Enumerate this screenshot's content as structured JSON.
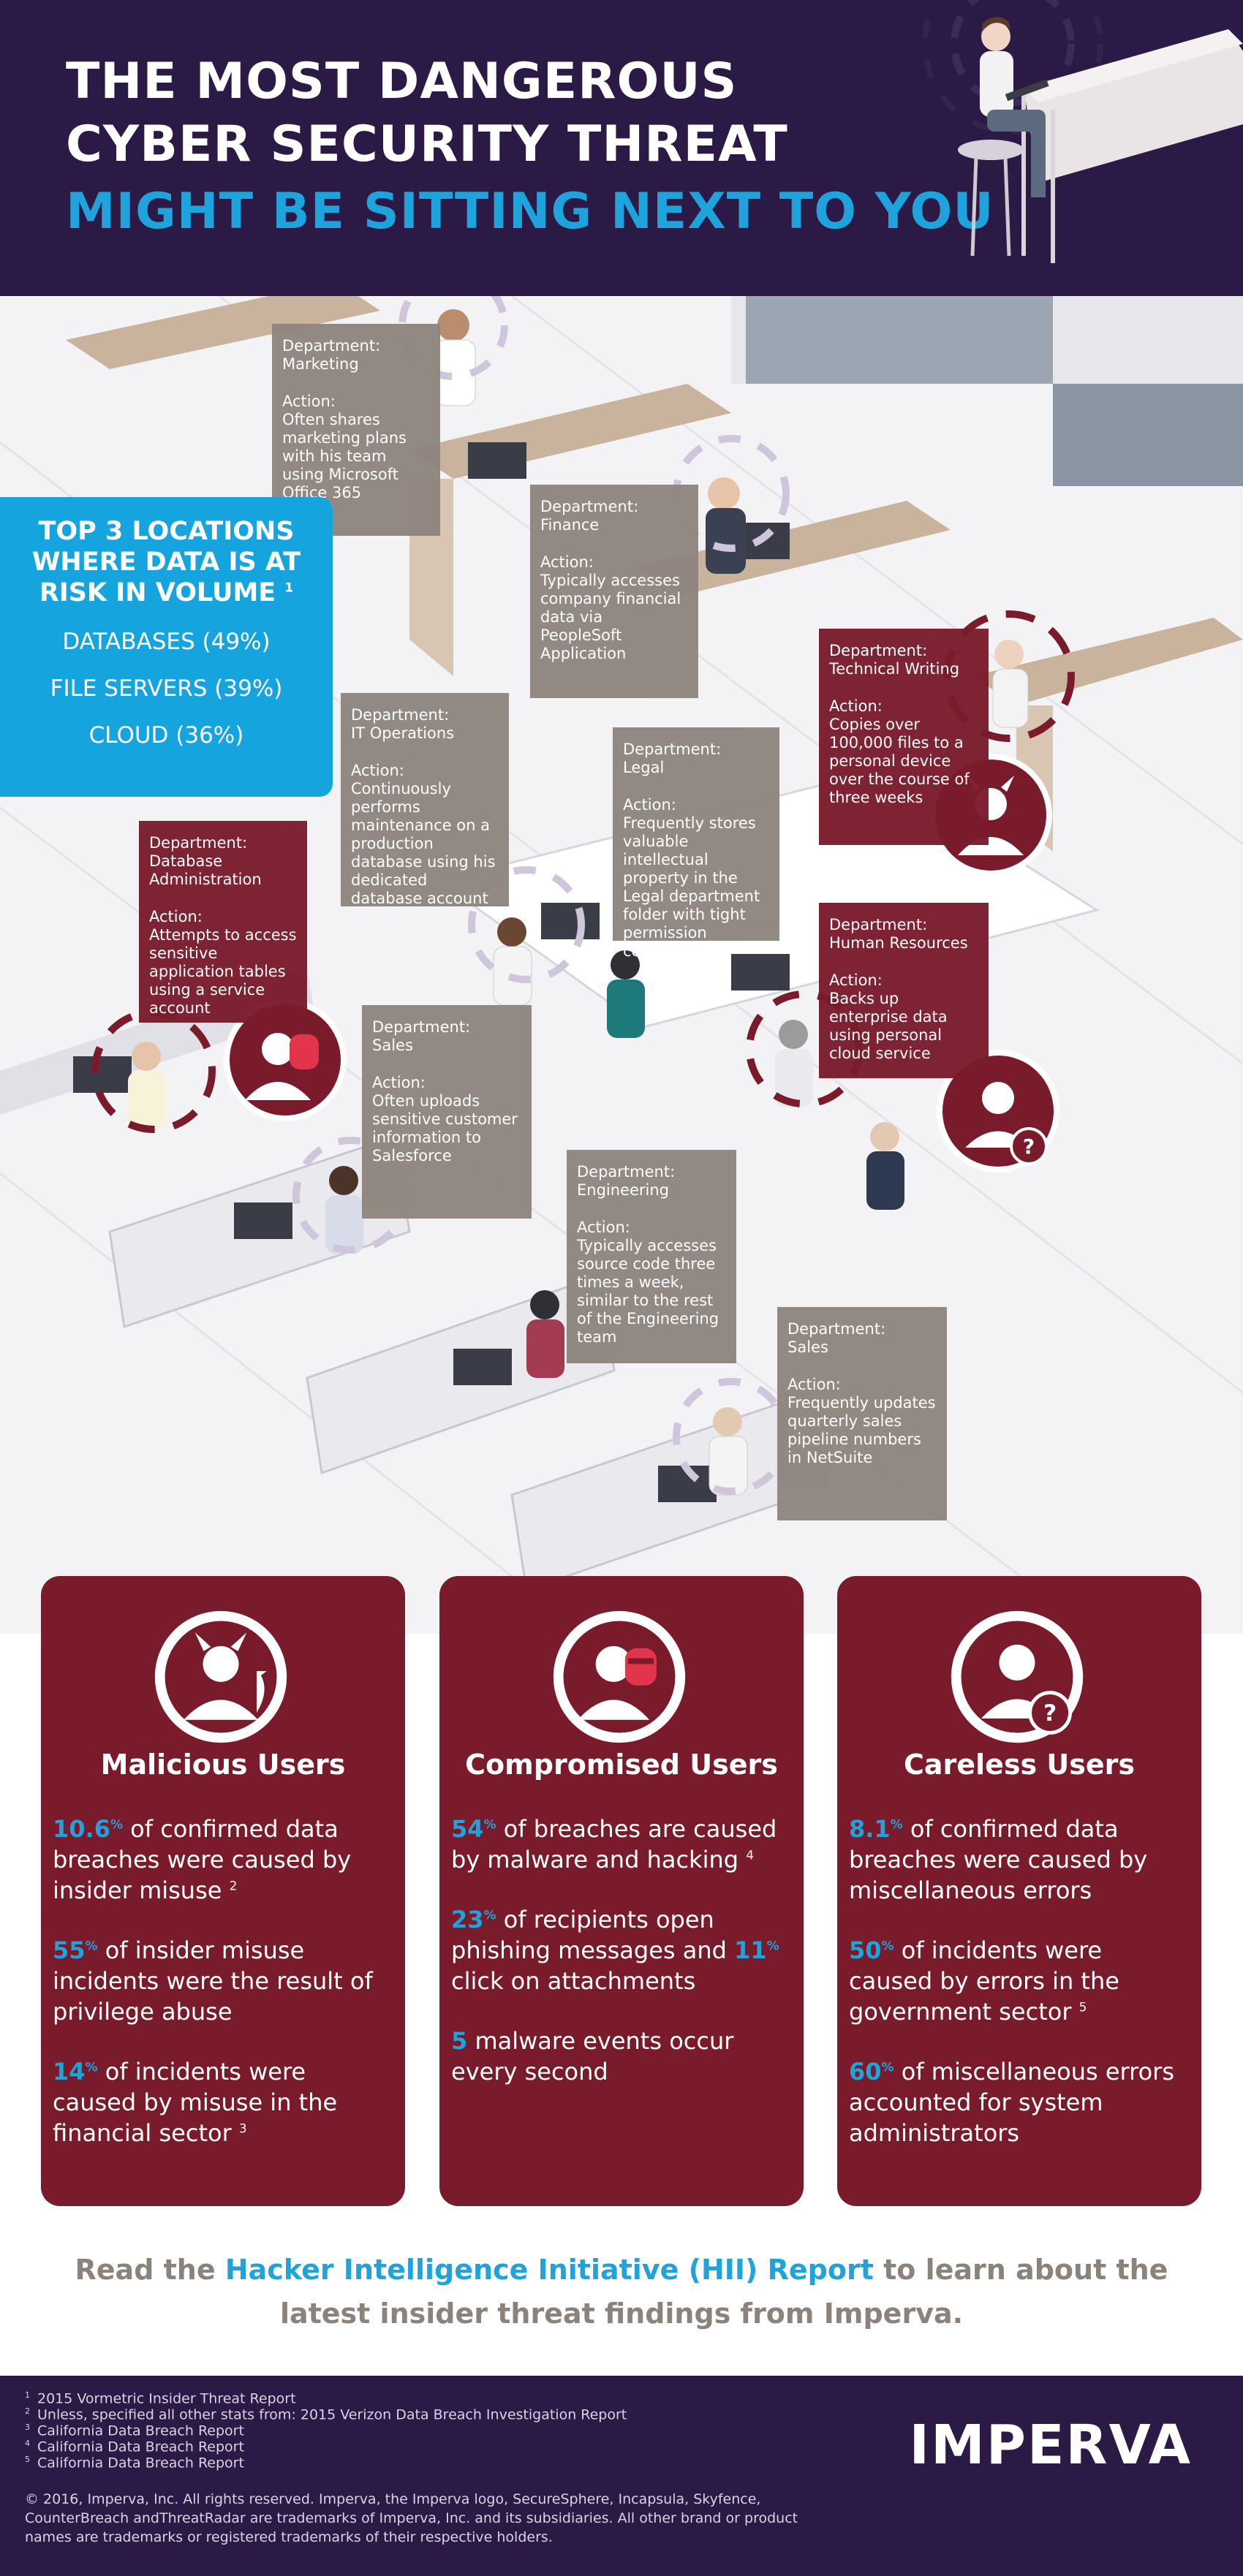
{
  "header": {
    "title_line1": "THE MOST DANGEROUS",
    "title_line2": "CYBER SECURITY THREAT",
    "title_line3": "MIGHT BE SITTING NEXT TO YOU"
  },
  "labels": {
    "department": "Department:",
    "action": "Action:"
  },
  "departments": [
    {
      "name": "Marketing",
      "action": "Often shares marketing plans with his team using Microsoft Office 365"
    },
    {
      "name": "Finance",
      "action": "Typically accesses company financial data via PeopleSoft Application"
    },
    {
      "name": "Technical Writing",
      "action": "Copies over 100,000 files to a personal device over the course of three weeks"
    },
    {
      "name": "IT Operations",
      "action": "Continuously performs maintenance on a production database using his dedicated database account"
    },
    {
      "name": "Legal",
      "action": "Frequently stores valuable intellectual property in the Legal department folder with tight permission controls"
    },
    {
      "name": "Database Administration",
      "action": "Attempts to access sensitive application tables using a service account"
    },
    {
      "name": "Human Resources",
      "action": "Backs up enterprise data using personal cloud service"
    },
    {
      "name": "Sales",
      "action": "Often uploads sensitive customer information to Salesforce"
    },
    {
      "name": "Engineering",
      "action": "Typically accesses source code three times a week, similar to the rest of the Engineering team"
    },
    {
      "name": "Sales",
      "action": "Frequently updates quarterly sales pipeline numbers in NetSuite"
    }
  ],
  "locations": {
    "title_line1": "TOP 3 LOCATIONS",
    "title_line2": "WHERE DATA IS AT",
    "title_line3": "RISK IN VOLUME",
    "footnote": "1",
    "items": [
      "DATABASES (49%)",
      "FILE SERVERS (39%)",
      "CLOUD (36%)"
    ]
  },
  "cards": [
    {
      "title": "Malicious Users",
      "icon": "devil-user-icon",
      "stats": [
        {
          "num": "10.6",
          "pct": "%",
          "text": " of confirmed data breaches were caused by insider misuse ",
          "note": "2"
        },
        {
          "num": "55",
          "pct": "%",
          "text": " of insider misuse incidents were the result of privilege abuse",
          "note": ""
        },
        {
          "num": "14",
          "pct": "%",
          "text": " of incidents were caused by misuse in the financial sector ",
          "note": "3"
        }
      ]
    },
    {
      "title": "Compromised Users",
      "icon": "masked-user-icon",
      "stats": [
        {
          "num": "54",
          "pct": "%",
          "text": " of breaches are caused by malware and hacking ",
          "note": "4"
        },
        {
          "num": "23",
          "pct": "%",
          "text": " of recipients open phishing messages and ",
          "note": "",
          "num2": "11",
          "pct2": "%",
          "text2": " click on attachments"
        },
        {
          "num": "5",
          "pct": "",
          "text": " malware events occur every second",
          "note": ""
        }
      ]
    },
    {
      "title": "Careless Users",
      "icon": "question-user-icon",
      "stats": [
        {
          "num": "8.1",
          "pct": "%",
          "text": " of confirmed data breaches were caused by miscellaneous errors",
          "note": ""
        },
        {
          "num": "50",
          "pct": "%",
          "text": "  of incidents were caused by errors in the government sector ",
          "note": "5"
        },
        {
          "num": "60",
          "pct": "%",
          "text": " of miscellaneous errors  accounted for system administrators",
          "note": ""
        }
      ]
    }
  ],
  "readline": {
    "prefix": "Read the ",
    "link": "Hacker Intelligence Initiative (HII) Report",
    "suffix": " to learn about the latest insider threat findings from Imperva."
  },
  "footnotes": [
    {
      "n": "1",
      "text": "2015 Vormetric Insider Threat Report"
    },
    {
      "n": "2",
      "text": "Unless, specified all other stats from: 2015 Verizon Data Breach Investigation Report"
    },
    {
      "n": "3",
      "text": "California Data Breach Report"
    },
    {
      "n": "4",
      "text": "California Data Breach Report"
    },
    {
      "n": "5",
      "text": "California Data Breach Report"
    }
  ],
  "copyright": "© 2016, Imperva, Inc. All rights reserved. Imperva, the Imperva logo, SecureSphere, Incapsula, Skyfence, CounterBreach andThreatRadar are trademarks of Imperva, Inc. and its subsidiaries.  All other brand or product names are trademarks or registered trademarks of their respective holders.",
  "logo": "IMPERVA",
  "colors": {
    "navy": "#2a1a45",
    "blue": "#1fa3dc",
    "maroon": "#7a1b2c",
    "taupe": "#8f857e"
  }
}
